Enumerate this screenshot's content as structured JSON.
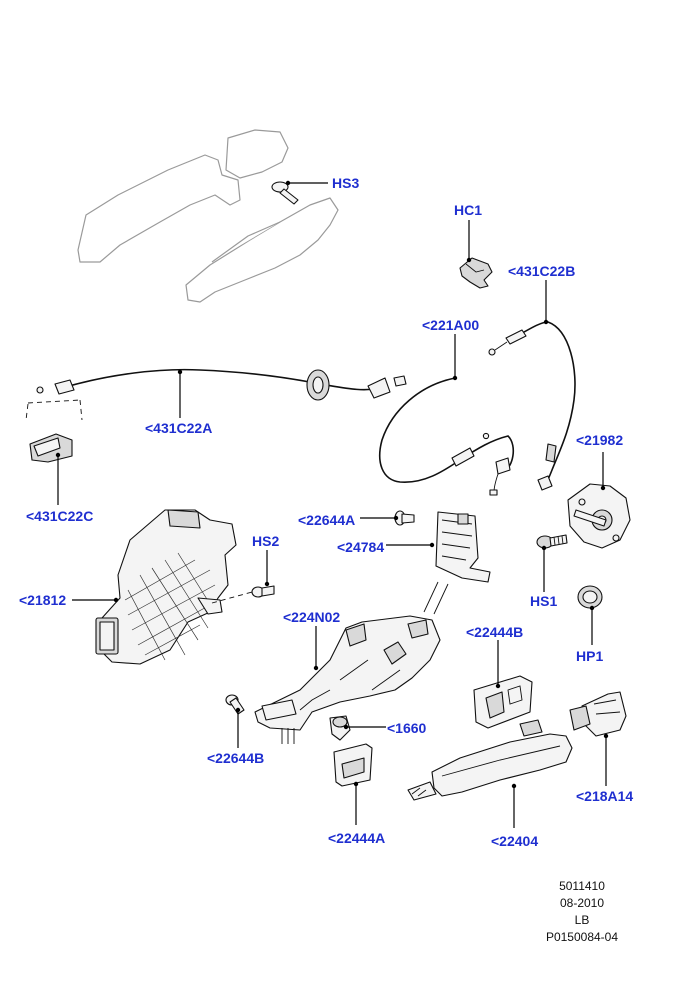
{
  "callouts": {
    "hs3": "HS3",
    "hc1": "HC1",
    "c431c22b": "<431C22B",
    "c221a00": "<221A00",
    "c431c22a": "<431C22A",
    "c431c22c": "<431C22C",
    "c21982": "<21982",
    "c22644a": "<22644A",
    "c24784": "<24784",
    "hs2": "HS2",
    "c21812": "<21812",
    "c224n02": "<224N02",
    "hs1": "HS1",
    "hp1": "HP1",
    "c22444b": "<22444B",
    "c1660": "<1660",
    "c22644b": "<22644B",
    "c218a14": "<218A14",
    "c22444a": "<22444A",
    "c22404": "<22404"
  },
  "stamp": {
    "line1": "5011410",
    "line2": "08-2010",
    "line3": "LB",
    "line4": "P0150084-04"
  },
  "colors": {
    "callout_text": "#1f2fd0",
    "line_art": "#111111",
    "ghost_outline": "#9a9a9a",
    "background": "#ffffff"
  }
}
